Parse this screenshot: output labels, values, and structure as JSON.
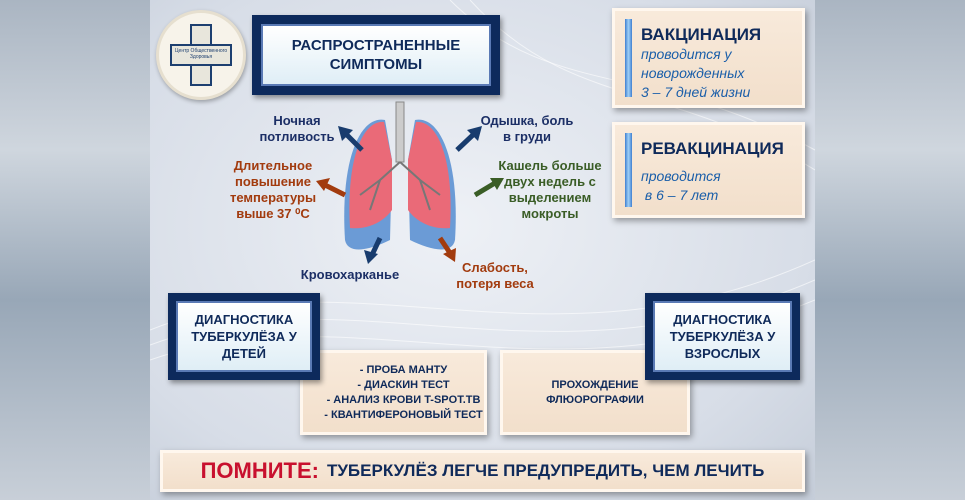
{
  "logo": {
    "text": "Центр Общественного Здоровья"
  },
  "title": {
    "line1": "РАСПРОСТРАНЕННЫЕ",
    "line2": "СИМПТОМЫ"
  },
  "symptoms": {
    "night_sweats": "Ночная потливость",
    "fever": [
      "Длительное",
      "повышение",
      "температуры",
      "выше 37 ⁰С"
    ],
    "dyspnea": [
      "Одышка, боль",
      "в груди"
    ],
    "cough": [
      "Кашель больше",
      "двух недель с",
      "выделением",
      "мокроты"
    ],
    "hemoptysis": "Кровохарканье",
    "weakness": [
      "Слабость,",
      "потеря веса"
    ]
  },
  "vaccination": {
    "title": "ВАКЦИНАЦИЯ",
    "lines": [
      "проводится у",
      "новорожденных",
      "3 – 7 дней жизни"
    ]
  },
  "revaccination": {
    "title": "РЕВАКЦИНАЦИЯ",
    "lines": [
      "проводится",
      " в 6 – 7 лет"
    ]
  },
  "diag_children": {
    "title": "ДИАГНОСТИКА ТУБЕРКУЛЁЗА У ДЕТЕЙ",
    "items": [
      "- ПРОБА МАНТУ",
      "- ДИАСКИН ТЕСТ",
      "- АНАЛИЗ КРОВИ T-SPOT.TB",
      "- КВАНТИФЕРОНОВЫЙ ТЕСТ"
    ]
  },
  "diag_adults": {
    "title": "ДИАГНОСТИКА ТУБЕРКУЛЁЗА У ВЗРОСЛЫХ",
    "text": "ПРОХОЖДЕНИЕ ФЛЮОРОГРАФИИ"
  },
  "banner": {
    "label": "ПОМНИТЕ:",
    "text": "ТУБЕРКУЛЁЗ ЛЕГЧЕ ПРЕДУПРЕДИТЬ, ЧЕМ ЛЕЧИТЬ"
  },
  "colors": {
    "navy": "#0d2a5c",
    "red": "#c8102e",
    "beige": "#f5e4d2"
  }
}
